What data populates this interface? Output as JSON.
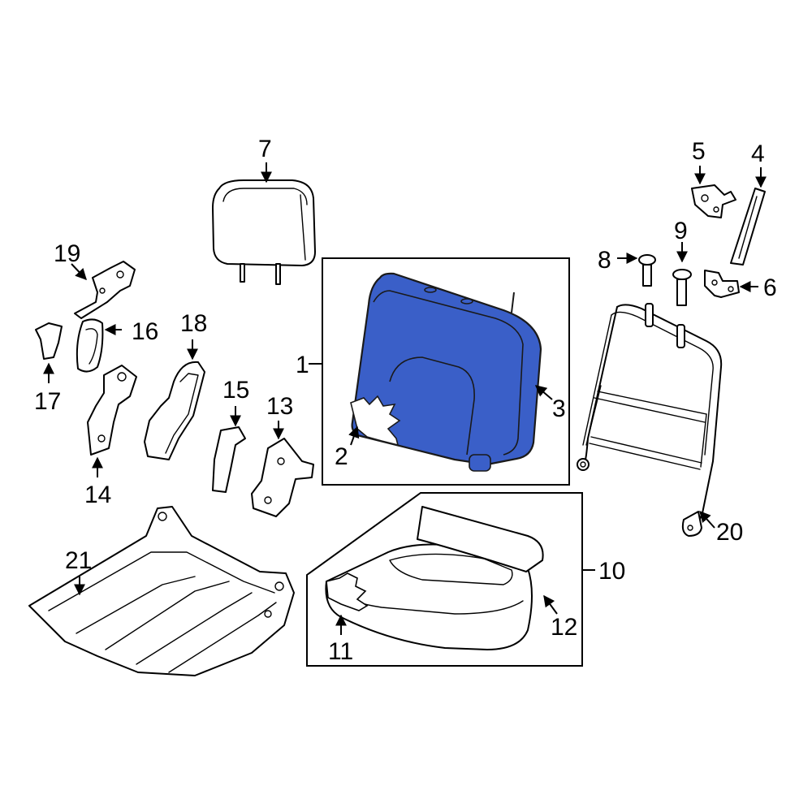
{
  "callouts": [
    {
      "id": "1",
      "text": "1"
    },
    {
      "id": "2",
      "text": "2"
    },
    {
      "id": "3",
      "text": "3"
    },
    {
      "id": "4",
      "text": "4"
    },
    {
      "id": "5",
      "text": "5"
    },
    {
      "id": "6",
      "text": "6"
    },
    {
      "id": "7",
      "text": "7"
    },
    {
      "id": "8",
      "text": "8"
    },
    {
      "id": "9",
      "text": "9"
    },
    {
      "id": "10",
      "text": "10"
    },
    {
      "id": "11",
      "text": "11"
    },
    {
      "id": "12",
      "text": "12"
    },
    {
      "id": "13",
      "text": "13"
    },
    {
      "id": "14",
      "text": "14"
    },
    {
      "id": "15",
      "text": "15"
    },
    {
      "id": "16",
      "text": "16"
    },
    {
      "id": "17",
      "text": "17"
    },
    {
      "id": "18",
      "text": "18"
    },
    {
      "id": "19",
      "text": "19"
    },
    {
      "id": "20",
      "text": "20"
    },
    {
      "id": "21",
      "text": "21"
    }
  ],
  "colors": {
    "highlight_fill": "#3a5fc8",
    "line": "#000000",
    "background": "#ffffff"
  },
  "highlighted_part": "1"
}
